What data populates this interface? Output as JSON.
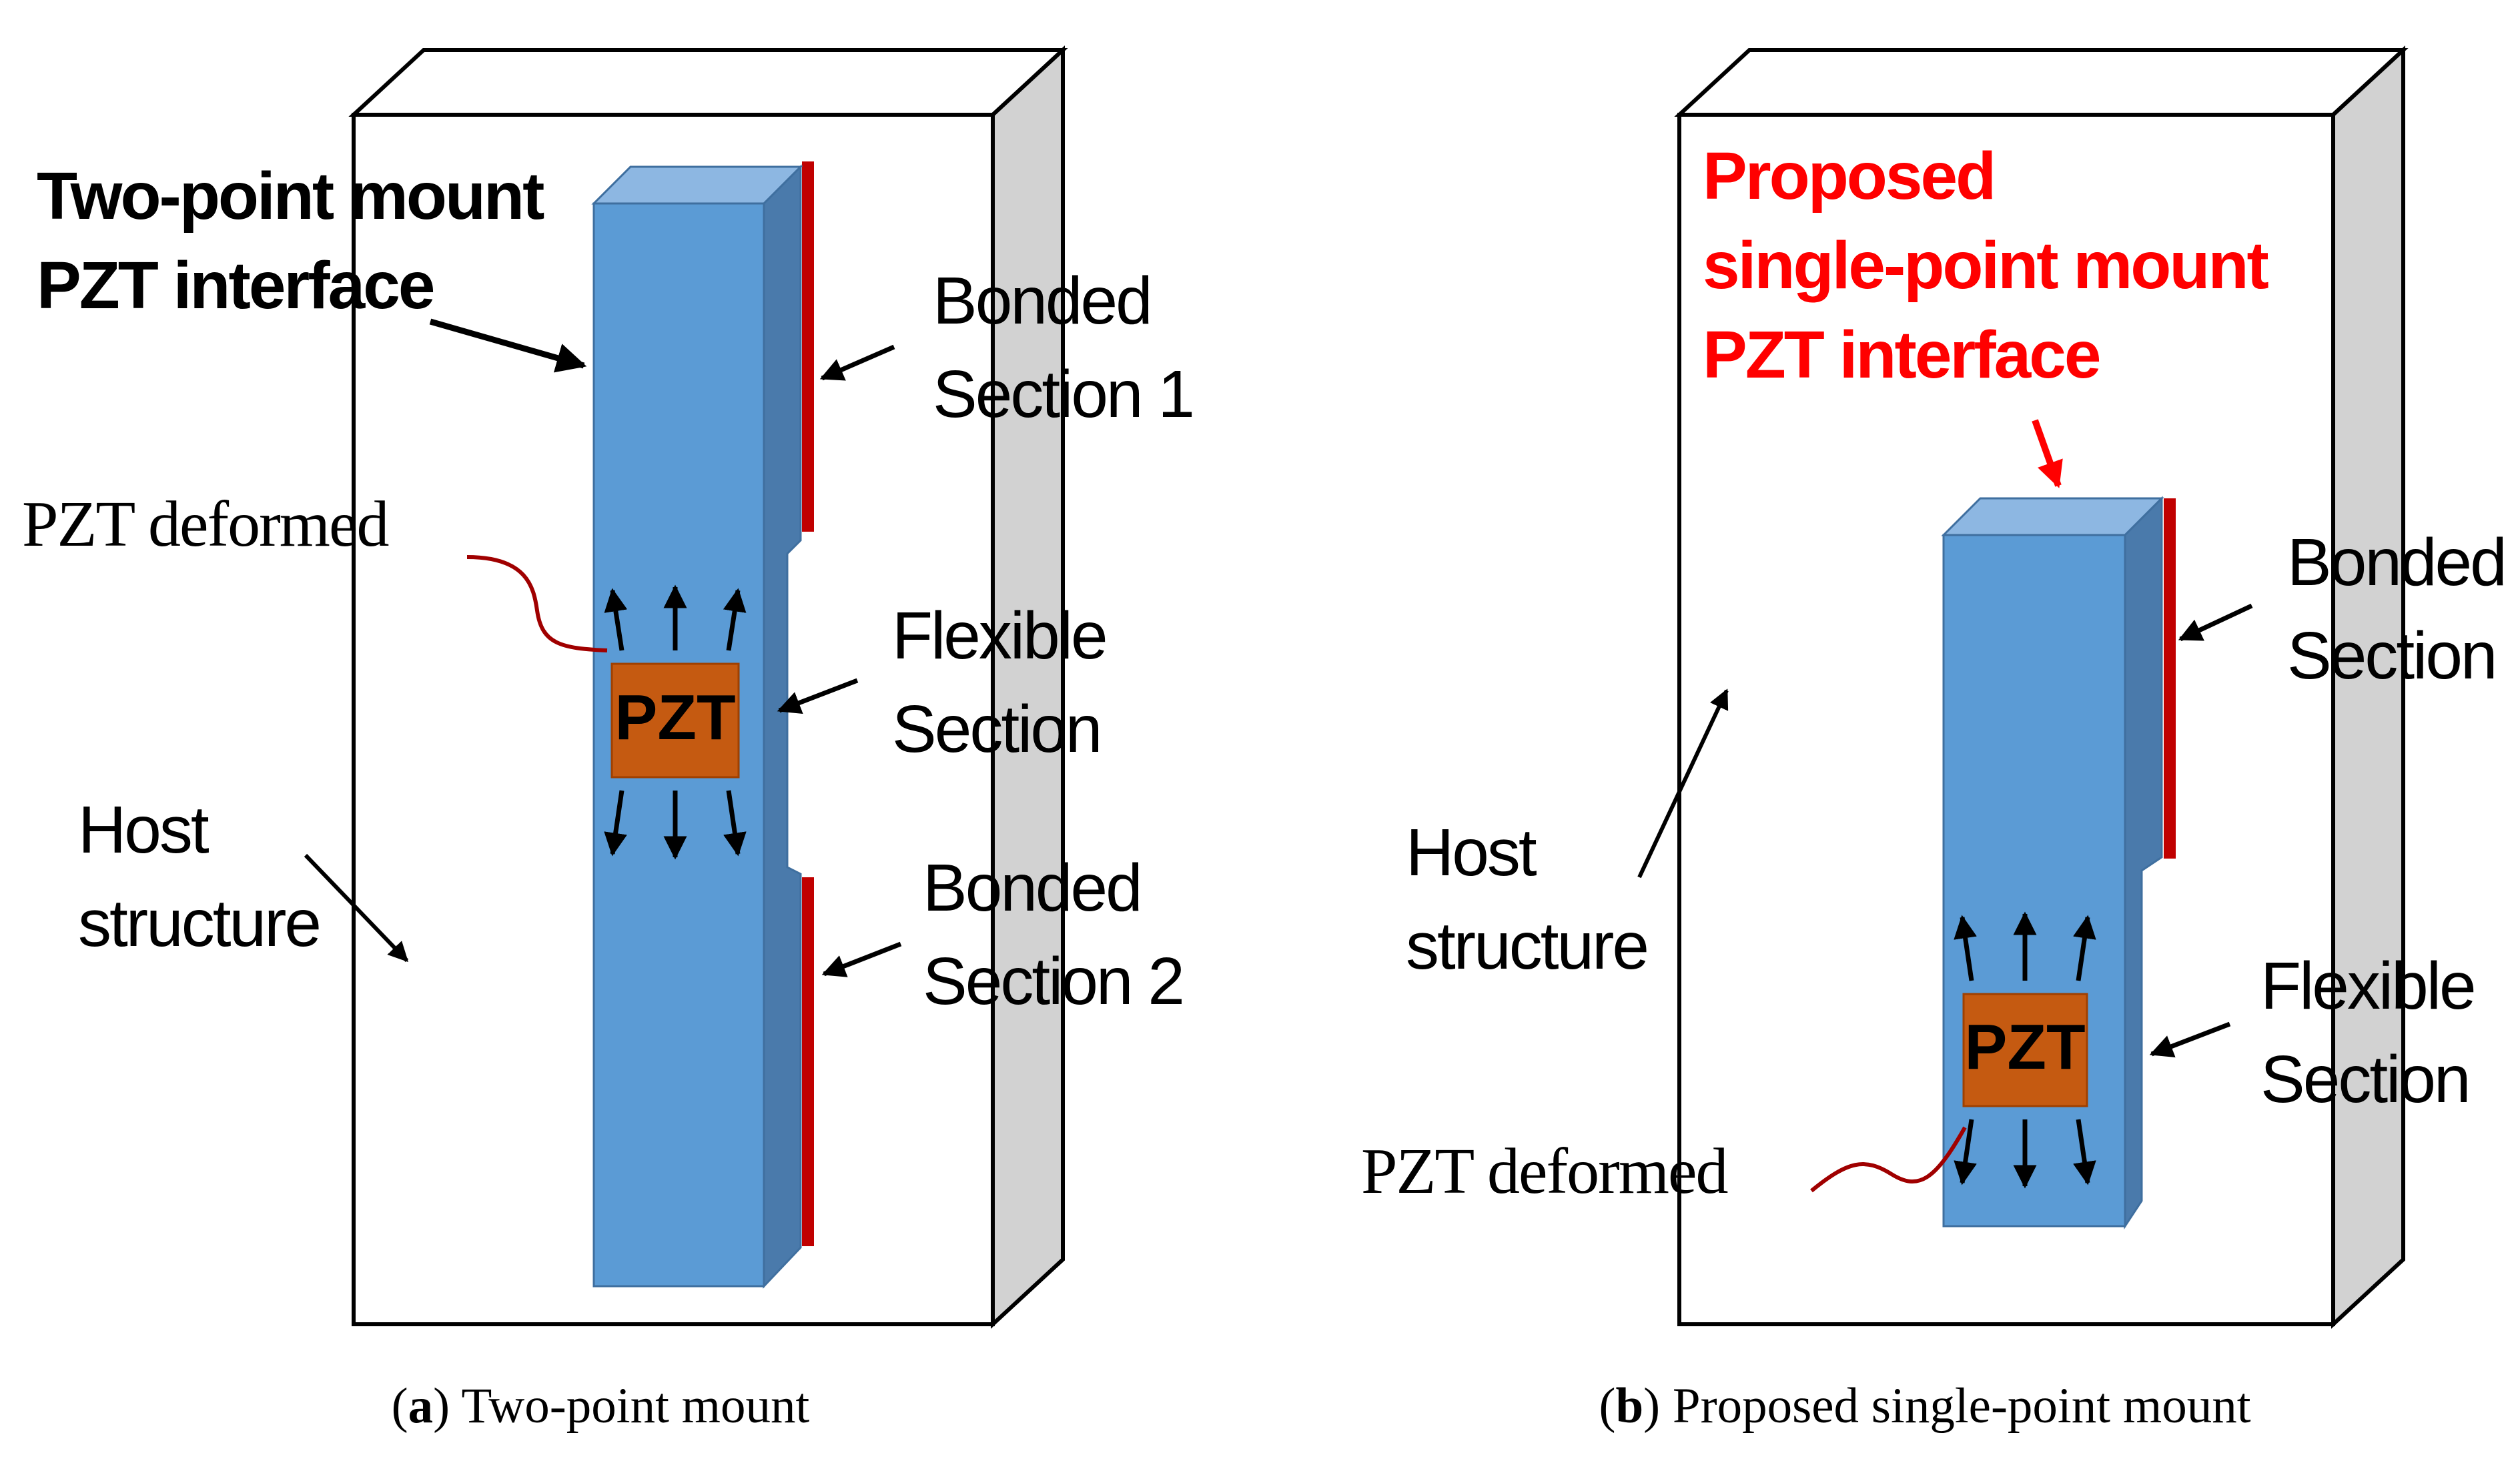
{
  "colors": {
    "plate_fill": "#ffffff",
    "plate_side": "#d2d2d2",
    "interface_front": "#5b9bd5",
    "interface_top": "#8db7e2",
    "interface_side": "#4a7aab",
    "bond_line": "#c00000",
    "pzt_fill": "#c55a11",
    "highlight_red": "#ff0000",
    "deform_curve": "#a00000"
  },
  "panel_a": {
    "title_line1": "Two-point mount",
    "title_line2": "PZT interface",
    "bonded1_line1": "Bonded",
    "bonded1_line2": "Section 1",
    "pzt_deformed": "PZT deformed",
    "flexible_line1": "Flexible",
    "flexible_line2": "Section",
    "pzt_label": "PZT",
    "host_line1": "Host",
    "host_line2": "structure",
    "bonded2_line1": "Bonded",
    "bonded2_line2": "Section 2",
    "caption_letter": "a",
    "caption_text": " Two-point mount"
  },
  "panel_b": {
    "title_line1": "Proposed",
    "title_line2": "single-point mount",
    "title_line3": "PZT interface",
    "bonded_line1": "Bonded",
    "bonded_line2": "Section",
    "host_line1": "Host",
    "host_line2": "structure",
    "flexible_line1": "Flexible",
    "flexible_line2": "Section",
    "pzt_label": "PZT",
    "pzt_deformed": "PZT deformed",
    "caption_letter": "b",
    "caption_text": " Proposed single-point mount"
  }
}
